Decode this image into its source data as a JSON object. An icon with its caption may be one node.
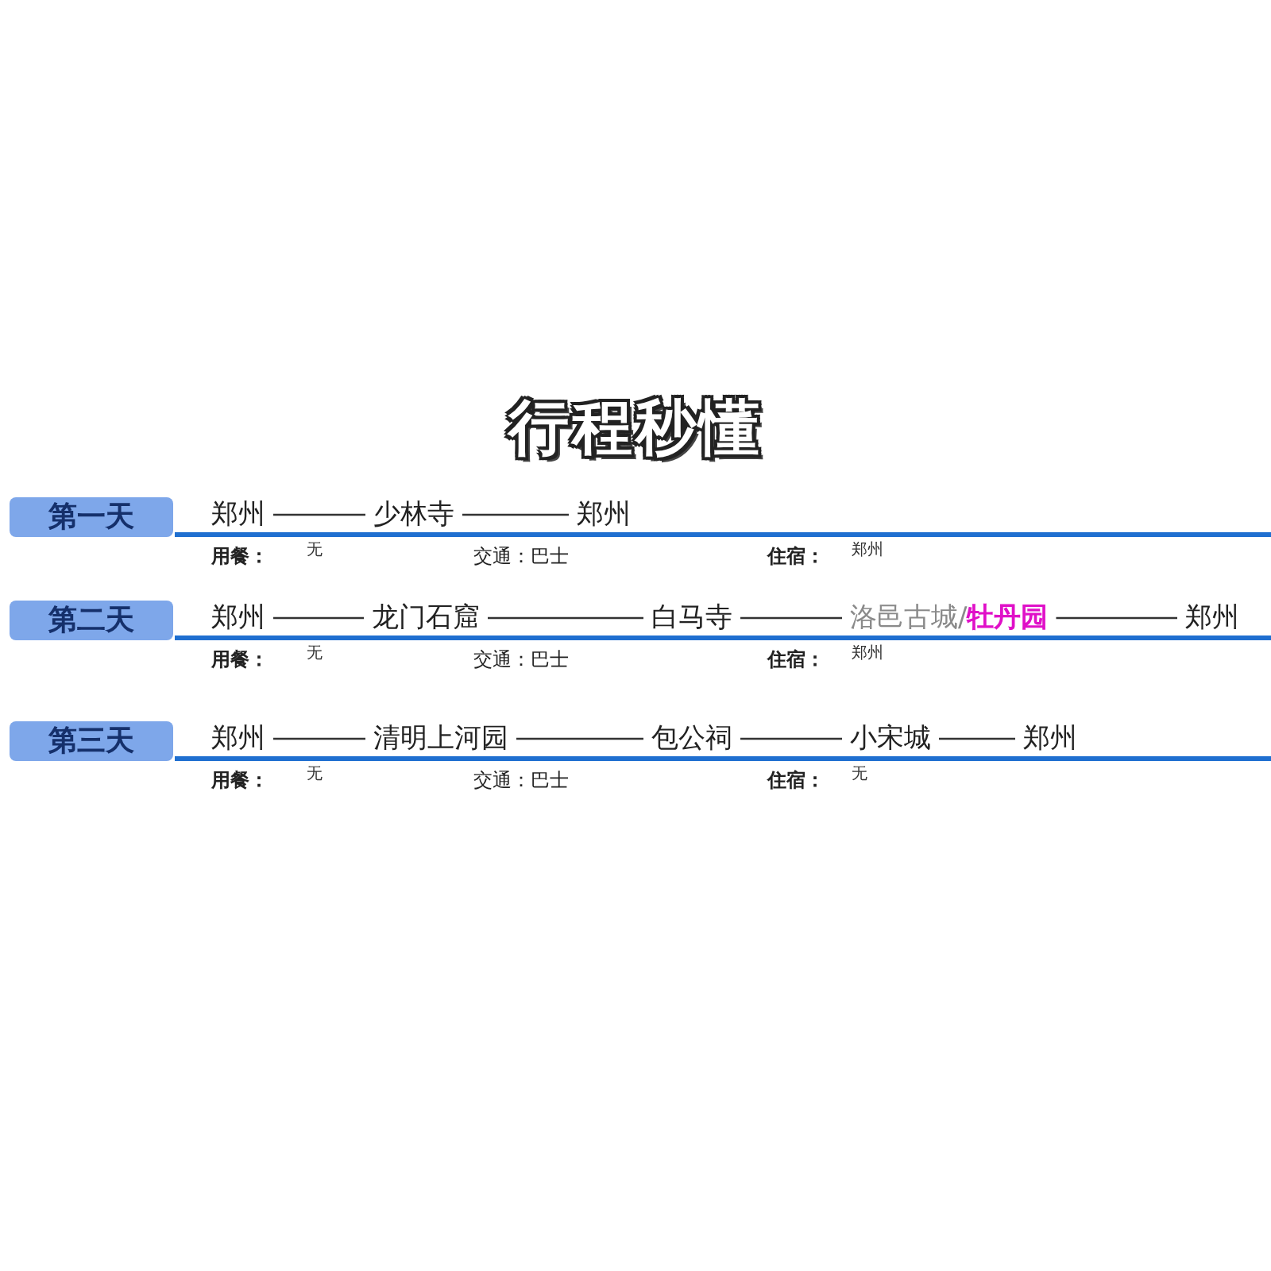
{
  "diagram": {
    "title": "行程秒懂",
    "nodes": [
      {
        "text": [
          "第一天"
        ]
      },
      {
        "text": [
          "郑州"
        ]
      },
      {
        "text": [
          "少林寺"
        ]
      },
      {
        "text": [
          "郑州"
        ]
      },
      {
        "text": [
          "第二天"
        ]
      },
      {
        "text": [
          "郑州"
        ]
      },
      {
        "text": [
          "龙门石窟"
        ]
      },
      {
        "text": [
          "白马寺"
        ]
      },
      {
        "text": [
          "洛邑古城/**牡丹园**"
        ]
      },
      {
        "text": [
          "郑州"
        ]
      },
      {
        "text": [
          "第三天"
        ]
      },
      {
        "text": [
          "郑州"
        ]
      },
      {
        "text": [
          "清明上河园"
        ]
      },
      {
        "text": [
          "包公祠"
        ]
      },
      {
        "text": [
          "小宋城"
        ]
      },
      {
        "text": [
          "郑州"
        ]
      }
    ],
    "edges": [
      {
        "from": 1,
        "to": 2,
        "arrow": "none"
      },
      {
        "from": 2,
        "to": 3,
        "arrow": "none"
      },
      {
        "from": 5,
        "to": 6,
        "arrow": "none"
      },
      {
        "from": 6,
        "to": 7,
        "arrow": "none"
      },
      {
        "from": 7,
        "to": 8,
        "arrow": "none"
      },
      {
        "from": 8,
        "to": 9,
        "arrow": "none"
      },
      {
        "from": 11,
        "to": 12,
        "arrow": "none"
      },
      {
        "from": 12,
        "to": 13,
        "arrow": "none"
      },
      {
        "from": 13,
        "to": 14,
        "arrow": "none"
      },
      {
        "from": 14,
        "to": 15,
        "arrow": "none"
      }
    ],
    "labels": [
      "用餐：",
      "无",
      "交通：巴士",
      "住宿：",
      "郑州",
      "用餐：",
      "无",
      "交通：巴士",
      "住宿：",
      "郑州",
      "用餐：",
      "无",
      "交通：巴士",
      "住宿：",
      "无"
    ]
  }
}
